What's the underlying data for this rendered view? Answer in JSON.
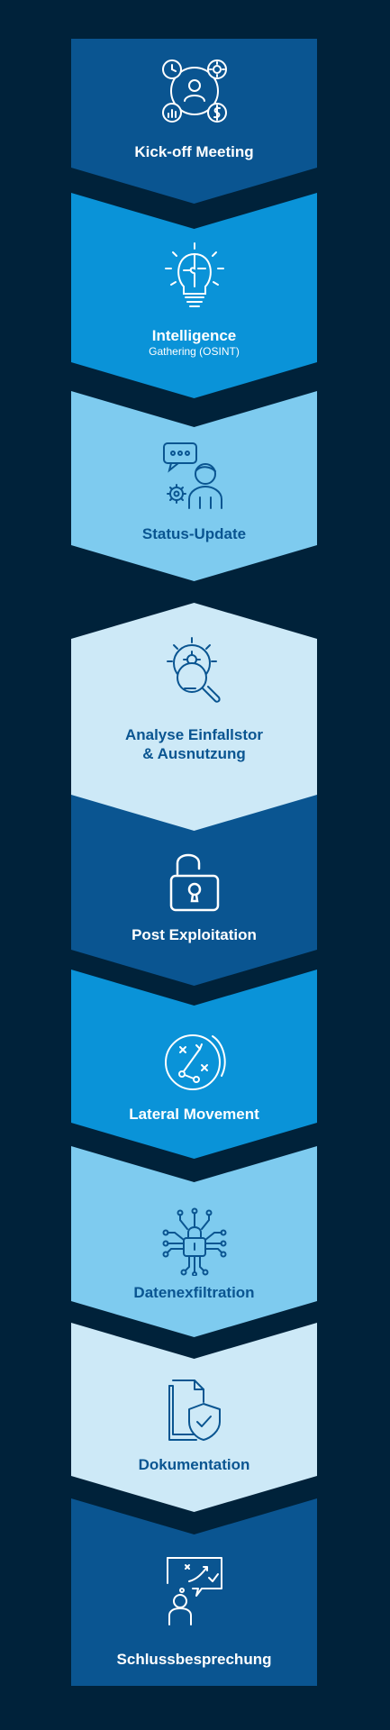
{
  "steps": [
    {
      "id": "kickoff",
      "title": "Kick-off Meeting",
      "subtitle": ""
    },
    {
      "id": "intelligence",
      "title": "Intelligence",
      "subtitle": "Gathering (OSINT)"
    },
    {
      "id": "status",
      "title": "Status-Update",
      "subtitle": ""
    },
    {
      "id": "analyse",
      "title": "Analyse Einfallstor",
      "title2": "& Ausnutzung"
    },
    {
      "id": "post",
      "title": "Post Exploitation"
    },
    {
      "id": "lateral",
      "title": "Lateral Movement"
    },
    {
      "id": "exfil",
      "title": "Datenexfiltration"
    },
    {
      "id": "doku",
      "title": "Dokumentation"
    },
    {
      "id": "schluss",
      "title": "Schlussbesprechung"
    }
  ],
  "colors": {
    "background": "#00223a",
    "navy": "#0a5591",
    "blue": "#0a93d8",
    "light_blue": "#7ecbef",
    "pale_blue": "#cde9f7",
    "white": "#ffffff",
    "dark_text": "#0a5591"
  },
  "icons": [
    "meeting-roles-icon",
    "puzzle-bulb-icon",
    "chat-person-gear-icon",
    "bulb-magnifier-icon",
    "unlock-padlock-icon",
    "tactics-diagram-icon",
    "circuit-lock-icon",
    "shield-document-icon",
    "strategy-presenter-icon"
  ]
}
